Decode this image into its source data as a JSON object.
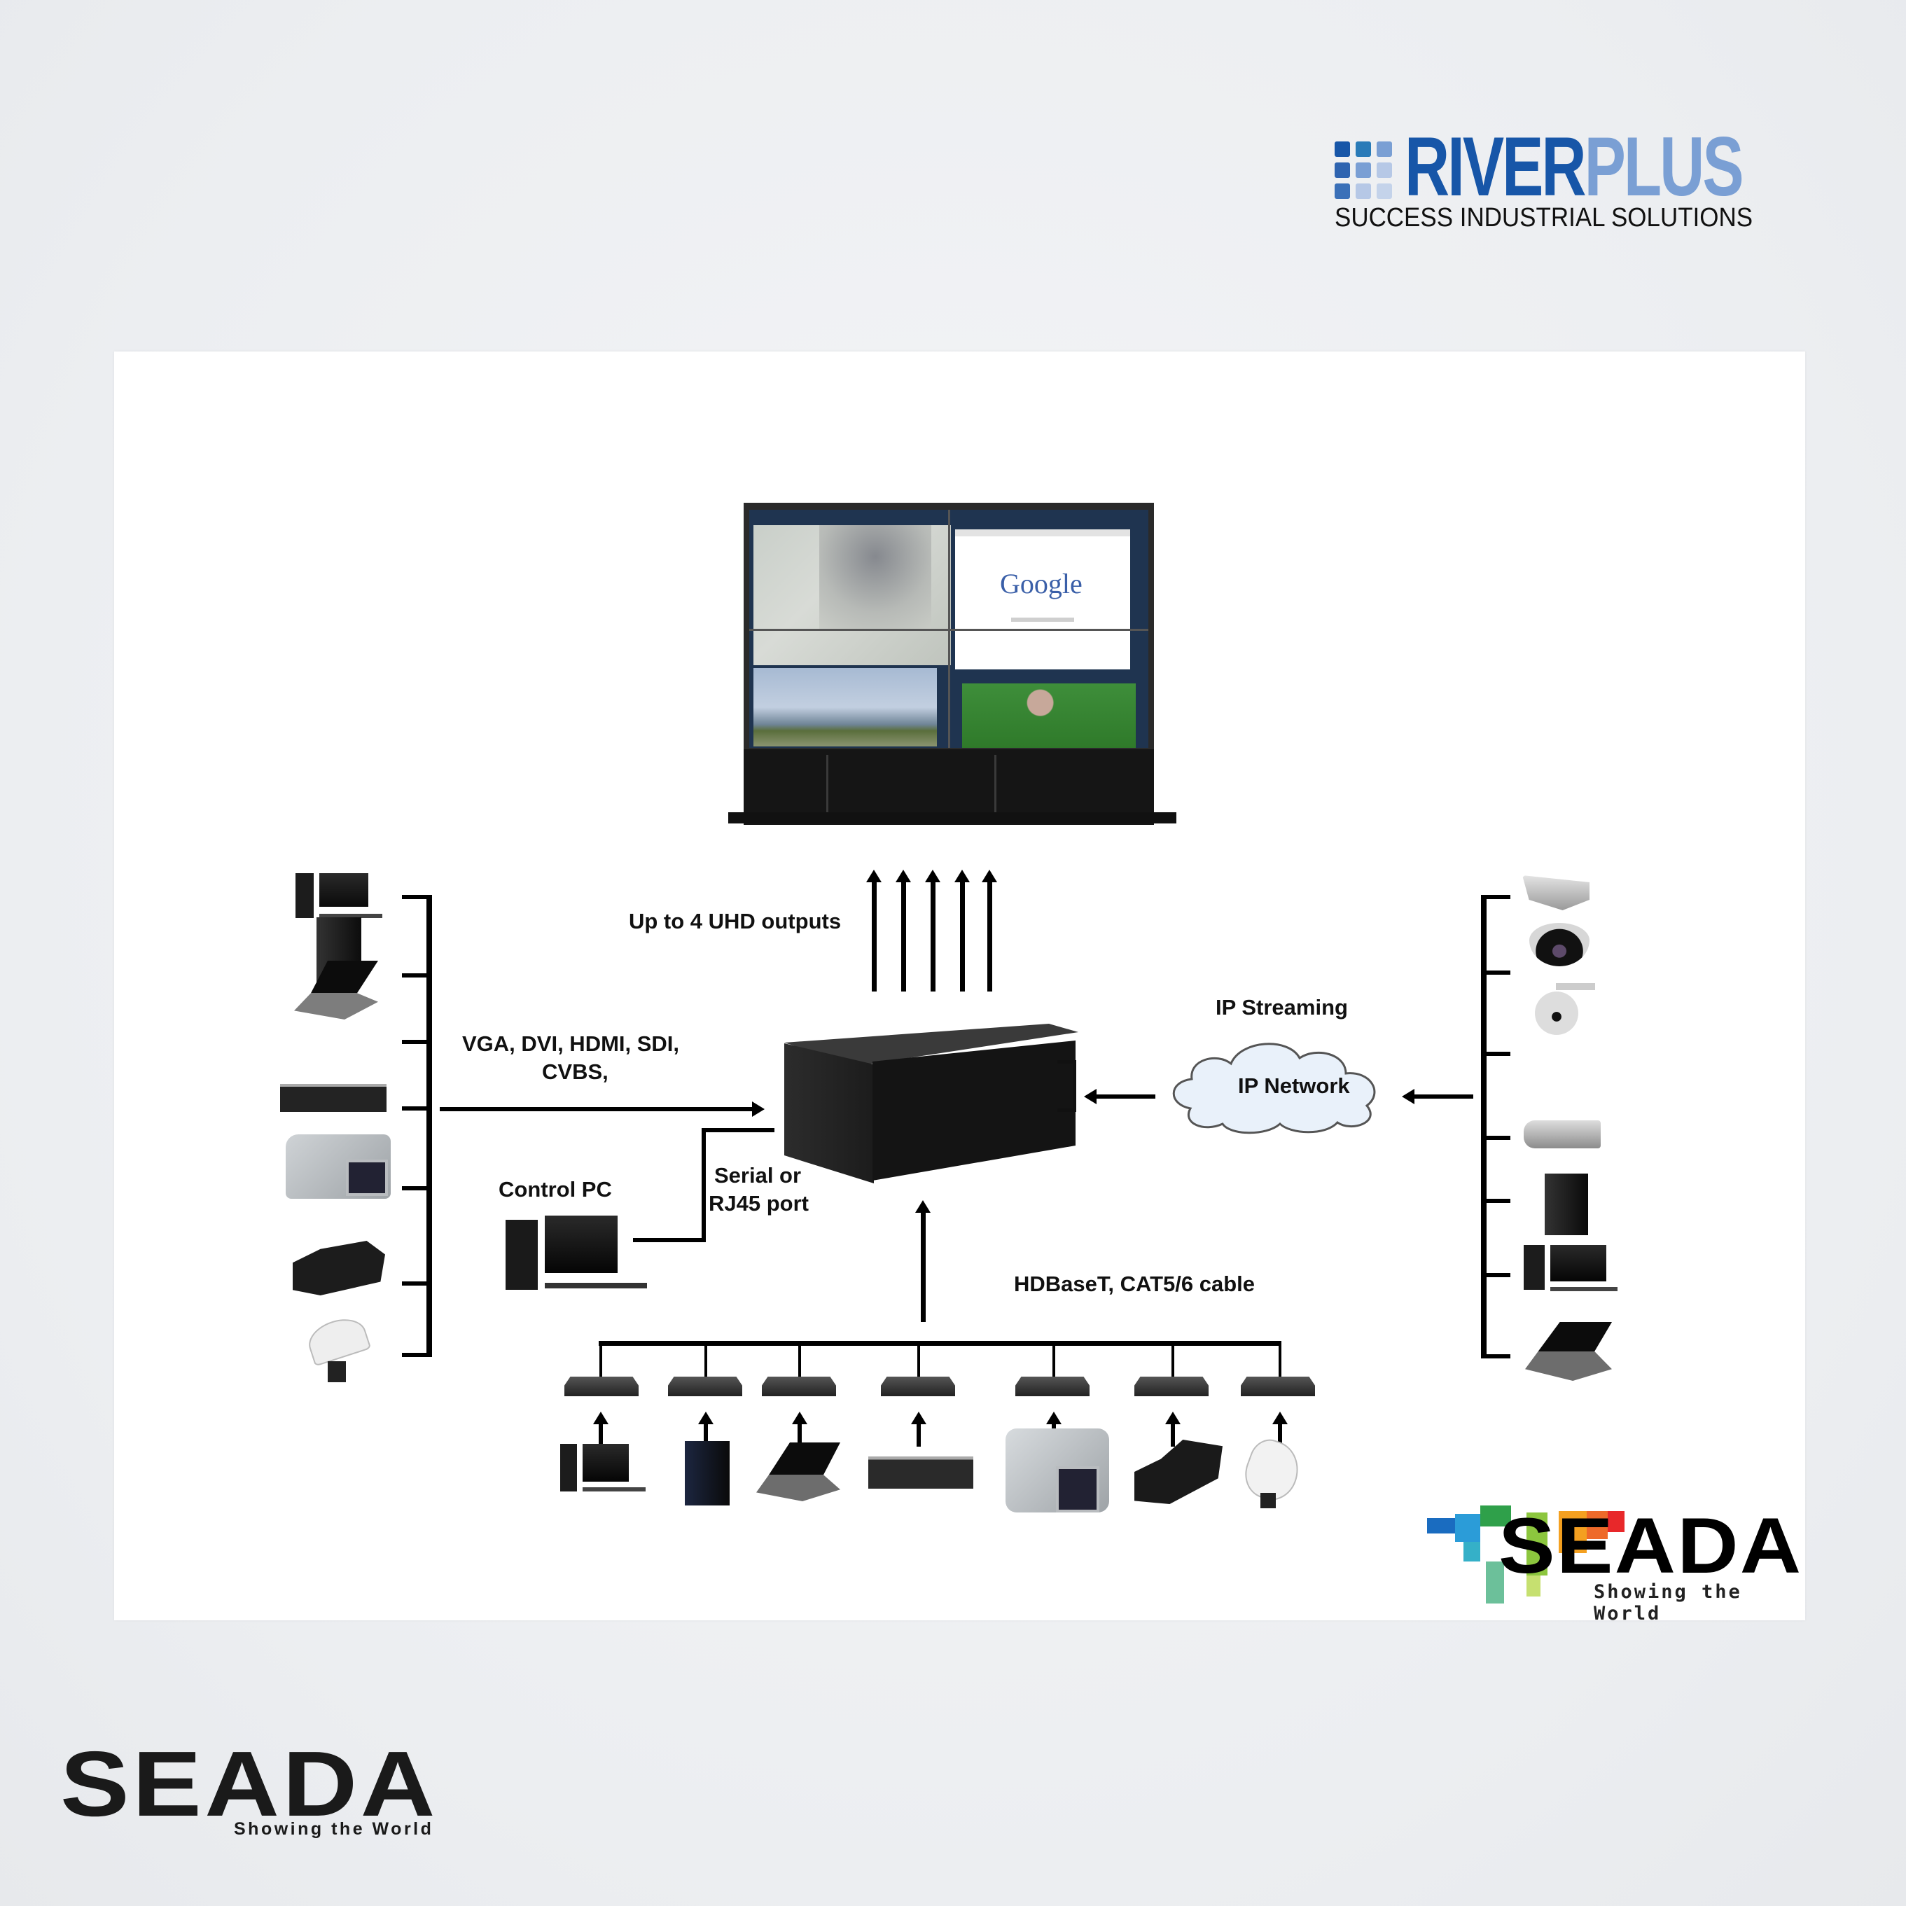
{
  "header": {
    "brand_left": "RIVER",
    "brand_right": "PLUS",
    "tagline": "SUCCESS INDUSTRIAL SOLUTIONS",
    "colors": {
      "river": "#1756a8",
      "plus": "#7a9fd4"
    }
  },
  "diagram": {
    "outputs_label": "Up to 4 UHD outputs",
    "inputs_label_line1": "VGA, DVI, HDMI, SDI,",
    "inputs_label_line2": "CVBS,",
    "control_pc_label": "Control PC",
    "serial_label_line1": "Serial or",
    "serial_label_line2": "RJ45 port",
    "ip_streaming_label": "IP Streaming",
    "ip_network_label": "IP Network",
    "hdbaset_label": "HDBaseT, CAT5/6 cable",
    "video_wall_search_logo": "Google",
    "left_sources": [
      "desktop-pc",
      "tower-pc",
      "laptop",
      "dvd-player",
      "camcorder",
      "pro-video-camera",
      "satellite-dish"
    ],
    "right_sources": [
      "bullet-ip-camera",
      "dome-ip-camera",
      "ptz-ip-camera",
      "box-ip-camera",
      "tower-pc",
      "desktop-pc",
      "laptop"
    ],
    "bottom_sources": [
      "desktop-pc",
      "tower-pc",
      "laptop",
      "dvd-player",
      "camcorder",
      "pro-video-camera",
      "satellite-dish"
    ],
    "output_arrow_count": 5
  },
  "footer": {
    "seada_panel_brand": "SEADA",
    "seada_panel_tagline": "Showing the World",
    "seada_brand": "SEADA",
    "seada_tagline": "Showing the World"
  }
}
